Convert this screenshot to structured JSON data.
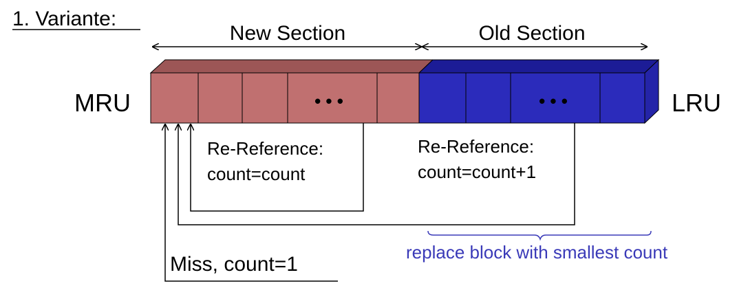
{
  "heading": "1. Variante:",
  "sections": {
    "new": "New Section",
    "old": "Old Section"
  },
  "side_labels": {
    "left": "MRU",
    "right": "LRU"
  },
  "ellipsis": {
    "new": "• • •",
    "old": "• • •"
  },
  "annotations": {
    "new_rereference_line1": "Re-Reference:",
    "new_rereference_line2": "count=count",
    "old_rereference_line1": "Re-Reference:",
    "old_rereference_line2": "count=count+1",
    "miss": "Miss, count=1",
    "replace": "replace block with smallest count"
  },
  "colors": {
    "new_front": "#c07070",
    "new_top": "#9c5656",
    "old_front": "#2b2bbb",
    "old_top": "#1c1c96",
    "old_side": "#2424a8",
    "replace_text": "#3a3ab8"
  }
}
